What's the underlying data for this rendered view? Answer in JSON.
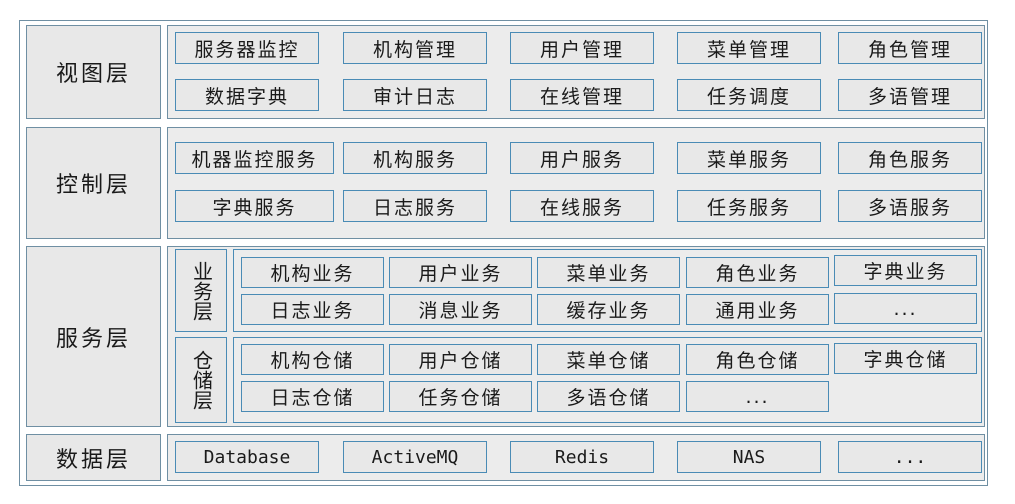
{
  "layers": {
    "view": {
      "label": "视图层",
      "items": [
        "服务器监控",
        "机构管理",
        "用户管理",
        "菜单管理",
        "角色管理",
        "数据字典",
        "审计日志",
        "在线管理",
        "任务调度",
        "多语管理"
      ]
    },
    "control": {
      "label": "控制层",
      "items": [
        "机器监控服务",
        "机构服务",
        "用户服务",
        "菜单服务",
        "角色服务",
        "字典服务",
        "日志服务",
        "在线服务",
        "任务服务",
        "多语服务"
      ]
    },
    "service": {
      "label": "服务层",
      "business": {
        "label": "业务层",
        "items": [
          "机构业务",
          "用户业务",
          "菜单业务",
          "角色业务",
          "字典业务",
          "日志业务",
          "消息业务",
          "缓存业务",
          "通用业务",
          "..."
        ]
      },
      "repository": {
        "label": "仓储层",
        "items": [
          "机构仓储",
          "用户仓储",
          "菜单仓储",
          "角色仓储",
          "字典仓储",
          "日志仓储",
          "任务仓储",
          "多语仓储",
          "..."
        ]
      }
    },
    "data": {
      "label": "数据层",
      "items": [
        "Database",
        "ActiveMQ",
        "Redis",
        "NAS",
        "..."
      ]
    }
  }
}
